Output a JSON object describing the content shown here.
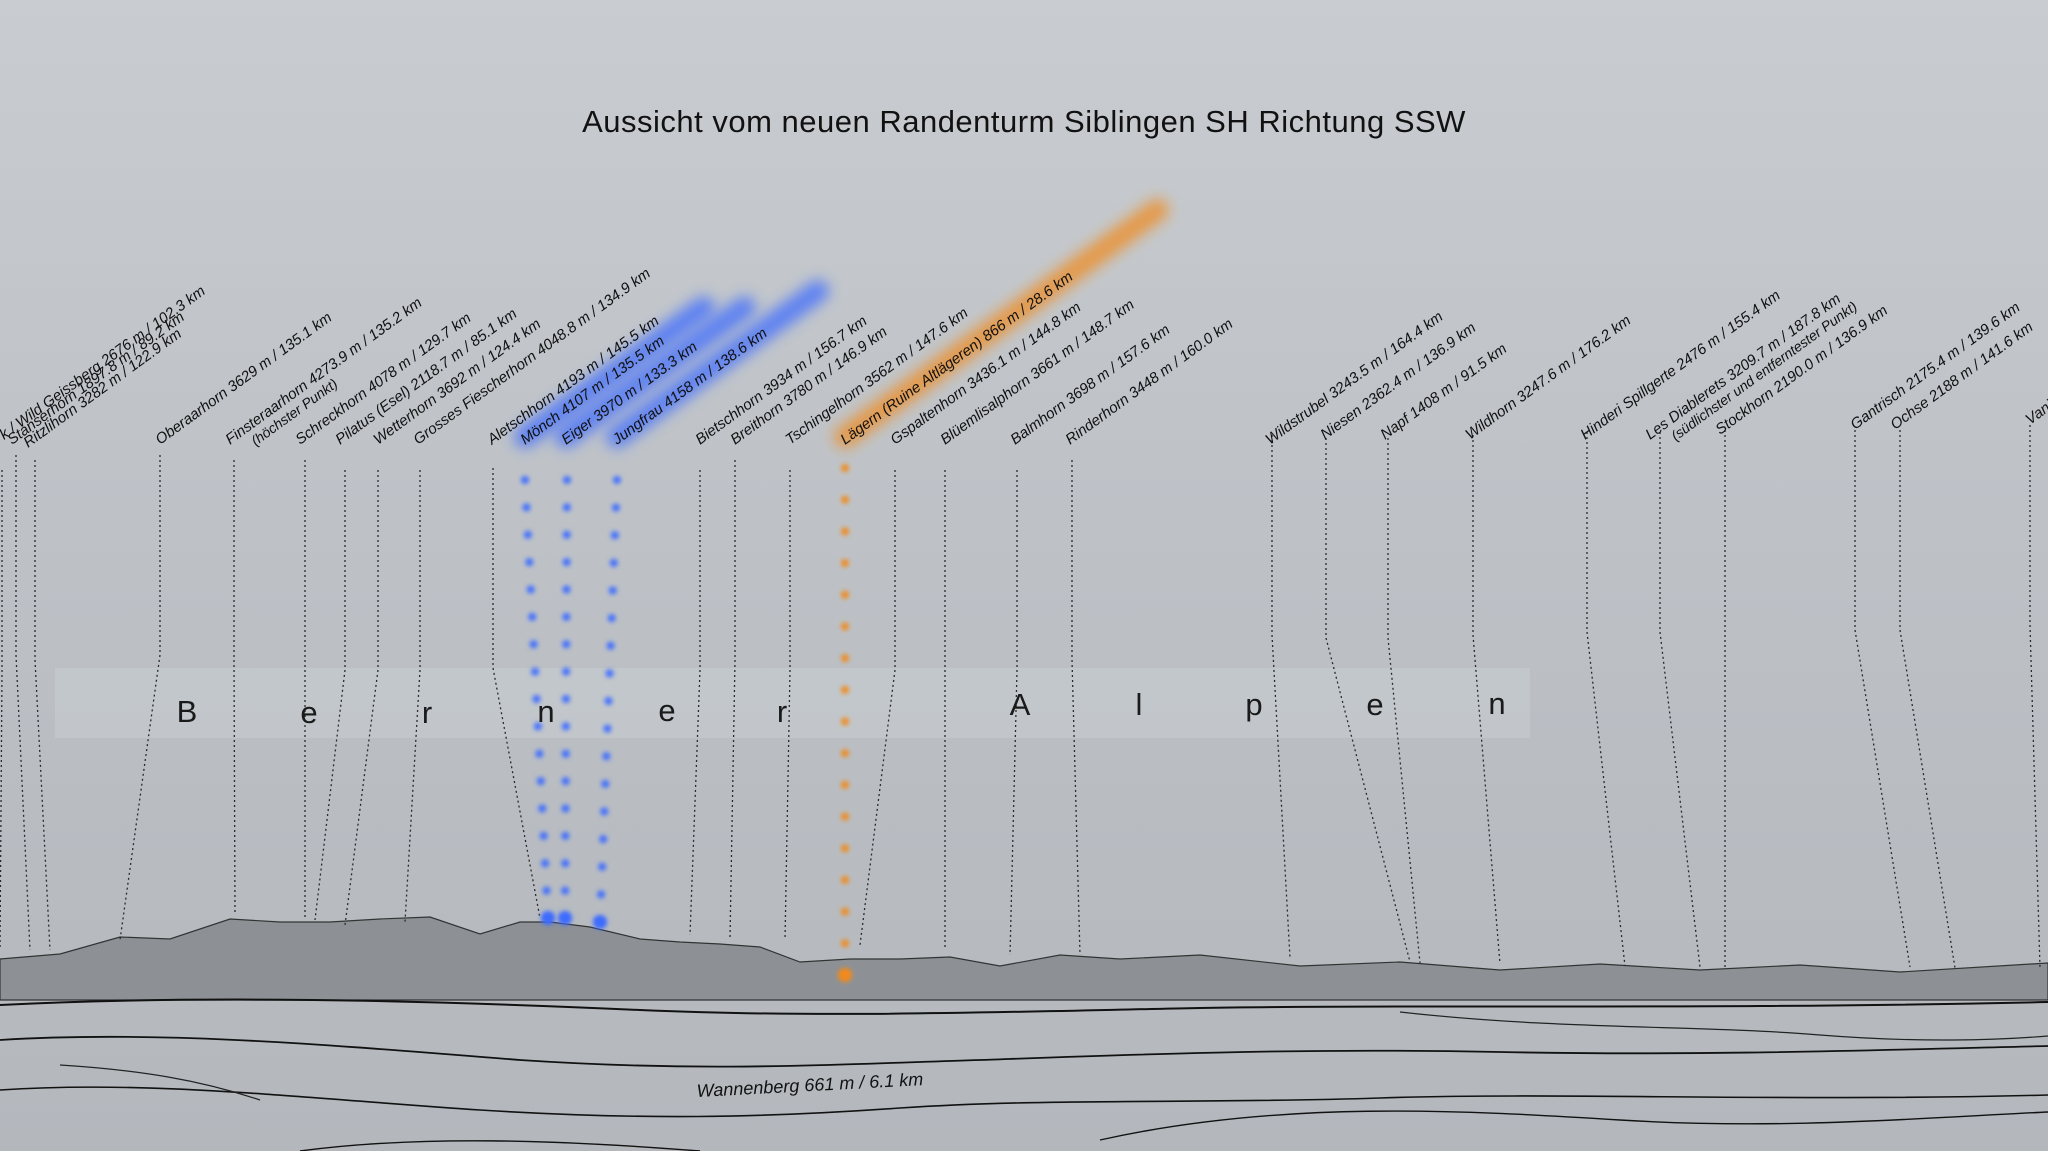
{
  "title": "Aussicht vom neuen Randenturm Siblingen SH Richtung SSW",
  "region_letters": [
    "B",
    "e",
    "r",
    "n",
    "e",
    "r",
    "A",
    "l",
    "p",
    "e",
    "n"
  ],
  "foreground_label": "Wannenberg  661 m / 6.1 km",
  "colors": {
    "blue_highlight": "#3d6cff",
    "orange_highlight": "#f08a1e",
    "ink": "#1a1a1a"
  },
  "peaks": [
    {
      "name": "k / Wild Geissberg  2676 m / 102.3 km",
      "highlight": "none"
    },
    {
      "name": "Stanserhorn  1897.8 m / 89.2 km",
      "highlight": "none"
    },
    {
      "name": "Ritzlihorn  3282 m / 122.9 km",
      "highlight": "none"
    },
    {
      "name": "Oberaarhorn  3629 m / 135.1 km",
      "highlight": "none"
    },
    {
      "name": "Finsteraarhorn  4273.9 m / 135.2 km",
      "sub": "(höchster Punkt)",
      "highlight": "none"
    },
    {
      "name": "Schreckhorn  4078 m / 129.7 km",
      "highlight": "none"
    },
    {
      "name": "Pilatus (Esel)  2118.7 m / 85.1 km",
      "highlight": "none"
    },
    {
      "name": "Wetterhorn  3692 m / 124.4 km",
      "highlight": "none"
    },
    {
      "name": "Grosses Fiescherhorn  4048.8 m / 134.9 km",
      "highlight": "none"
    },
    {
      "name": "Aletschhorn  4193 m / 145.5 km",
      "highlight": "none"
    },
    {
      "name": "Mönch  4107 m / 135.5 km",
      "highlight": "blue"
    },
    {
      "name": "Eiger  3970 m / 133.3 km",
      "highlight": "blue"
    },
    {
      "name": "Jungfrau  4158 m / 138.6 km",
      "highlight": "blue"
    },
    {
      "name": "Bietschhorn  3934 m / 156.7 km",
      "highlight": "none"
    },
    {
      "name": "Breithorn  3780 m / 146.9 km",
      "highlight": "none"
    },
    {
      "name": "Tschingelhorn  3562 m / 147.6 km",
      "highlight": "none"
    },
    {
      "name": "Lägern (Ruine Altlägeren)  866 m / 28.6 km",
      "highlight": "orange"
    },
    {
      "name": "Gspaltenhorn  3436.1 m / 144.8 km",
      "highlight": "none"
    },
    {
      "name": "Blüemlisalphorn  3661 m / 148.7 km",
      "highlight": "none"
    },
    {
      "name": "Balmhorn  3698 m / 157.6 km",
      "highlight": "none"
    },
    {
      "name": "Rinderhorn  3448 m / 160.0 km",
      "highlight": "none"
    },
    {
      "name": "Wildstrubel  3243.5 m / 164.4 km",
      "highlight": "none"
    },
    {
      "name": "Niesen  2362.4 m / 136.9 km",
      "highlight": "none"
    },
    {
      "name": "Napf  1408 m / 91.5 km",
      "highlight": "none"
    },
    {
      "name": "Wildhorn  3247.6 m / 176.2 km",
      "highlight": "none"
    },
    {
      "name": "Hinderi Spillgerte  2476 m / 155.4 km",
      "highlight": "none"
    },
    {
      "name": "Les Diablerets  3209.7 m / 187.8 km",
      "sub": "(südlichster und entferntester Punkt)",
      "highlight": "none"
    },
    {
      "name": "Stockhorn  2190.0 m / 136.9 km",
      "highlight": "none"
    },
    {
      "name": "Gantrisch  2175.4 m / 139.6 km",
      "highlight": "none"
    },
    {
      "name": "Ochse  2188 m / 141.6 km",
      "highlight": "none"
    },
    {
      "name": "Vanil",
      "highlight": "none"
    }
  ]
}
